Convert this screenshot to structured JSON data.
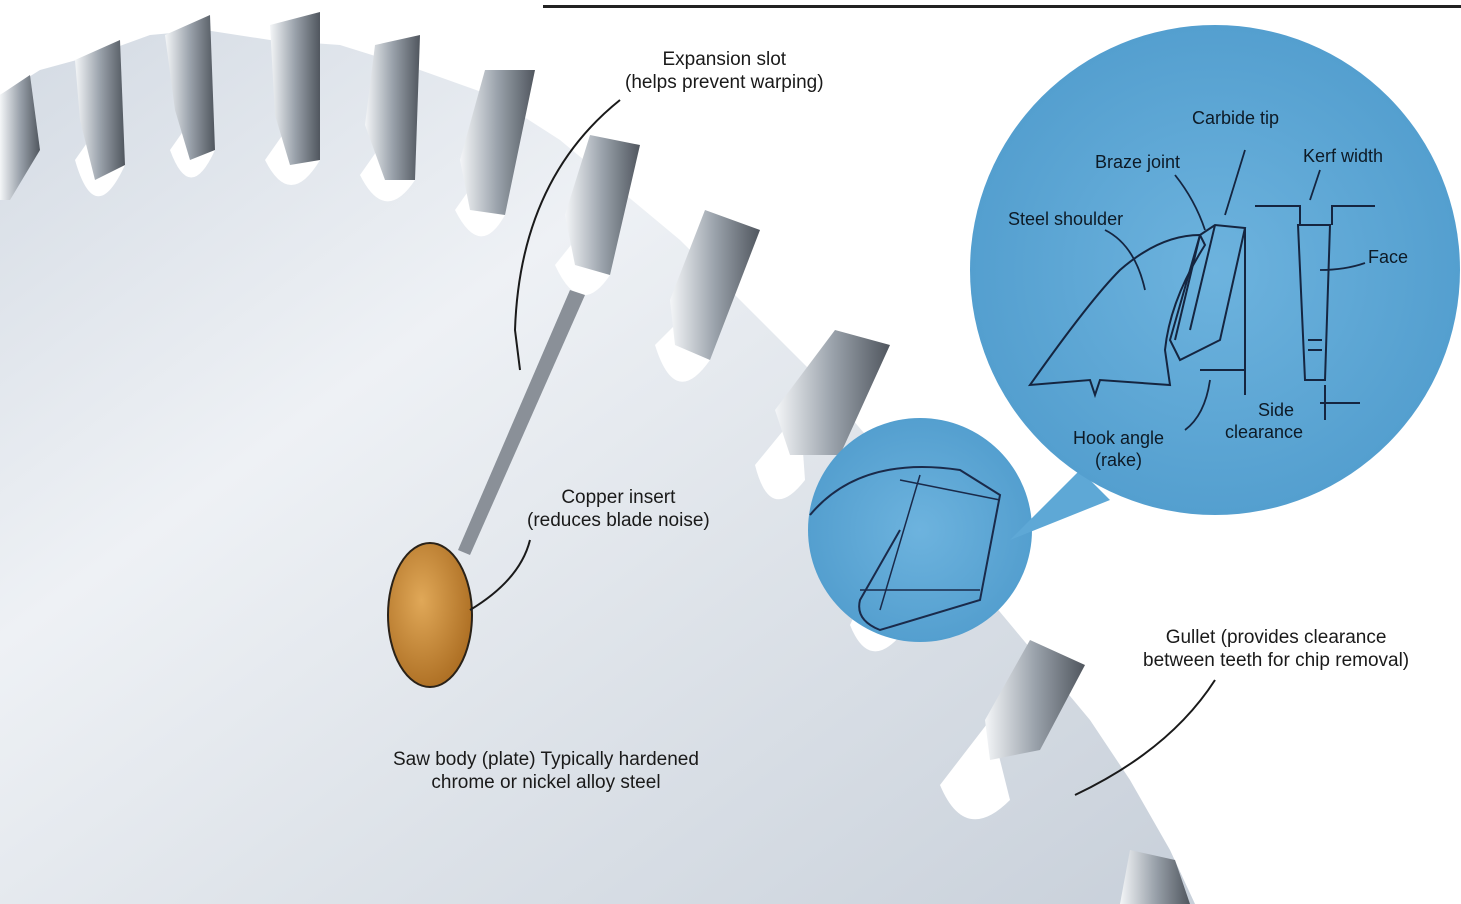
{
  "colors": {
    "background": "#ffffff",
    "blade_light": "#e9edf2",
    "blade_mid": "#c6ced8",
    "tooth_dark": "#5a6068",
    "detail_bubble": "#5ea8d6",
    "copper": "#c98a3a",
    "line": "#1a2a4a"
  },
  "labels": {
    "expansion_slot": [
      "Expansion slot",
      "(helps prevent warping)"
    ],
    "copper_insert": [
      "Copper insert",
      "(reduces blade noise)"
    ],
    "saw_body": [
      "Saw body (plate) Typically hardened",
      "chrome or nickel alloy steel"
    ],
    "gullet": [
      "Gullet (provides clearance",
      "between teeth for chip removal)"
    ]
  },
  "detail": {
    "carbide_tip": "Carbide tip",
    "braze_joint": "Braze joint",
    "kerf_width": "Kerf width",
    "steel_shoulder": "Steel shoulder",
    "face": "Face",
    "side_clearance": [
      "Side",
      "clearance"
    ],
    "hook_angle": [
      "Hook angle",
      "(rake)"
    ]
  }
}
